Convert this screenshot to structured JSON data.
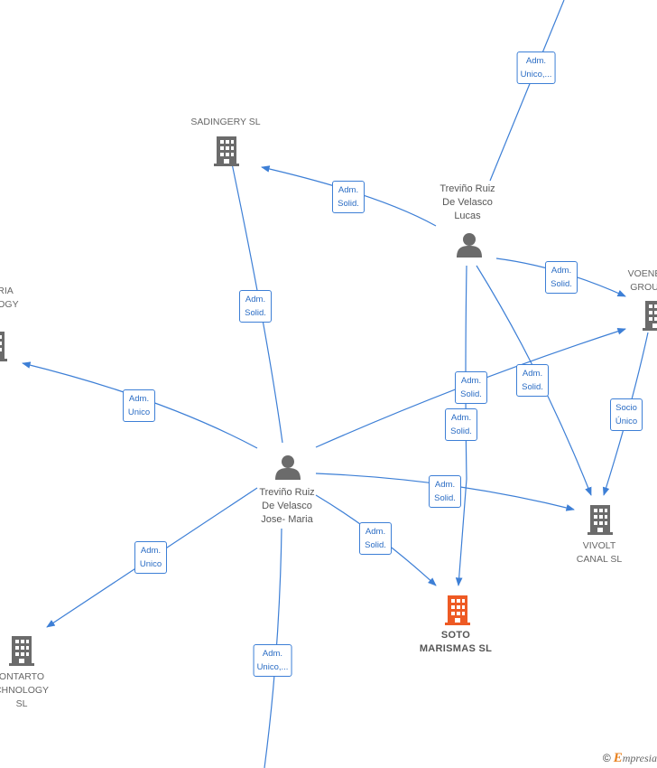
{
  "people": {
    "lucas": {
      "name": "Treviño Ruiz\nDe Velasco\nLucas"
    },
    "josemaria": {
      "name": "Treviño Ruiz\nDe Velasco\nJose- Maria"
    }
  },
  "companies": {
    "sadingery": {
      "name": "SADINGERY SL"
    },
    "voene": {
      "name": "VOENE\nGROU"
    },
    "ria": {
      "name": "RIA\nLOGY"
    },
    "vivolt": {
      "name": "VIVOLT\nCANAL  SL"
    },
    "soto": {
      "name": "SOTO\nMARISMAS  SL"
    },
    "montarto": {
      "name": "ONTARTO\nCHNOLOGY\nSL"
    }
  },
  "edges": {
    "lucas_top": "Adm.\nUnico,...",
    "lucas_sadingery": "Adm.\nSolid.",
    "lucas_voene": "Adm.\nSolid.",
    "jm_sadingery": "Adm.\nSolid.",
    "jm_ria": "Adm.\nUnico",
    "lucas_soto": "Adm.\nSolid.",
    "jm_voene": "Adm.\nSolid.",
    "lucas_vivolt": "Adm.\nSolid.",
    "voene_vivolt": "Socio\nÚnico",
    "jm_vivolt": "Adm.\nSolid.",
    "jm_soto": "Adm.\nSolid.",
    "jm_montarto": "Adm.\nUnico",
    "jm_bottom": "Adm.\nUnico,..."
  },
  "colors": {
    "edge": "#3d7fd6",
    "icon": "#6b6b6b",
    "focus": "#ee5a24"
  },
  "footer": {
    "symbol": "©",
    "brand_initial": "E",
    "brand_rest": "mpresia"
  }
}
